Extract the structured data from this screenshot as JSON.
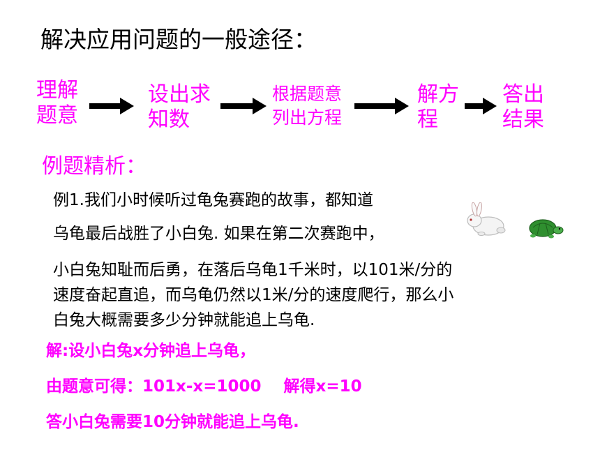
{
  "title": "解决应用问题的一般途径：",
  "steps": [
    {
      "line1": "理解",
      "line2": "题意"
    },
    {
      "line1": "设出求",
      "line2": "知数"
    },
    {
      "line1": "根据题意",
      "line2": "列出方程"
    },
    {
      "line1": "解方",
      "line2": "程"
    },
    {
      "line1": "答出",
      "line2": "结果"
    }
  ],
  "section_title": "例题精析：",
  "example": {
    "line1": "例1.我们小时候听过龟兔赛跑的故事，都知道",
    "line2": "乌龟最后战胜了小白兔. 如果在第二次赛跑中，",
    "line3": "小白兔知耻而后勇，在落后乌龟1千米时，以101米/分的",
    "line4": "速度奋起直追，而乌龟仍然以1米/分的速度爬行，那么小",
    "line5": "白兔大概需要多少分钟就能追上乌龟."
  },
  "solution": {
    "line1": "解:设小白兔x分钟追上乌龟，",
    "line2": "由题意可得：101x-x=1000    解得x=10",
    "line3": "答小白兔需要10分钟就能追上乌龟."
  },
  "colors": {
    "accent": "#ff00ff",
    "text": "#000000"
  },
  "icons": [
    "rabbit-icon",
    "turtle-icon",
    "arrow-right-icon"
  ]
}
